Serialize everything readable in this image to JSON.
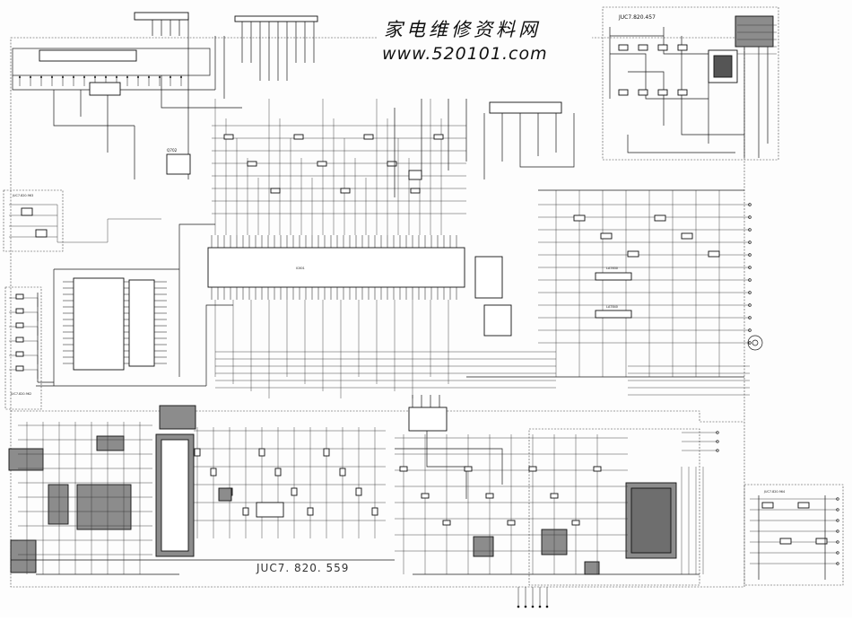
{
  "watermark": {
    "chinese": "家电维修资料网",
    "url": "www.520101.com"
  },
  "board_labels": {
    "main_board": "JUC7. 820. 559",
    "top_right_board": "JUC7.820.457",
    "bottom_right_board": "JUC7.820.964",
    "left_board_1": "JUC7.820.963",
    "left_board_2": "JUC7.820.962",
    "ic_q702": "Q702"
  },
  "colors": {
    "line": "#1a1a1a",
    "shaded_block": "#8c8c8c"
  }
}
